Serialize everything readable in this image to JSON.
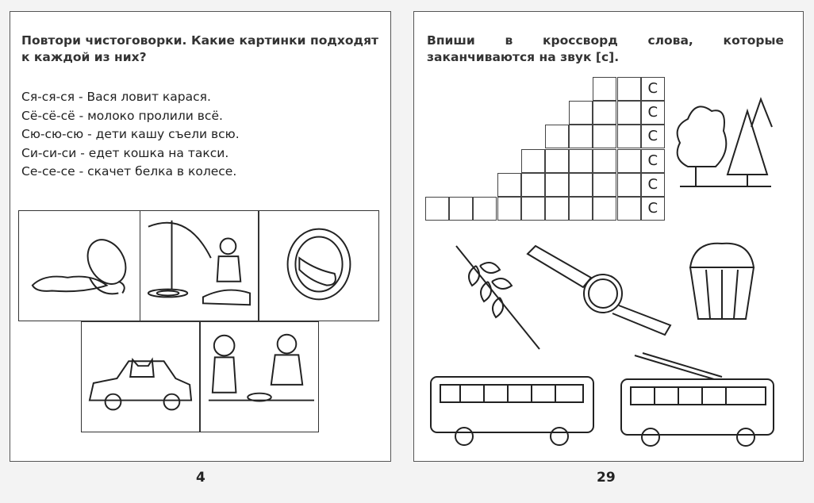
{
  "left_page": {
    "instruction": "Повтори чистоговорки. Какие картинки подходят к каждой из них?",
    "verses": [
      "Ся-ся-ся - Вася ловит карася.",
      "Сё-сё-сё - молоко пролили всё.",
      "Сю-сю-сю - дети кашу съели всю.",
      "Си-си-си - едет кошка на такси.",
      "Се-се-се - скачет белка в колесе."
    ],
    "page_number": "4"
  },
  "right_page": {
    "instruction": "Впиши в кроссворд слова, которые заканчиваются на звук [с].",
    "crossword": {
      "row_lengths": [
        3,
        4,
        5,
        6,
        7,
        10
      ],
      "last_letter": "С"
    },
    "page_number": "29"
  }
}
